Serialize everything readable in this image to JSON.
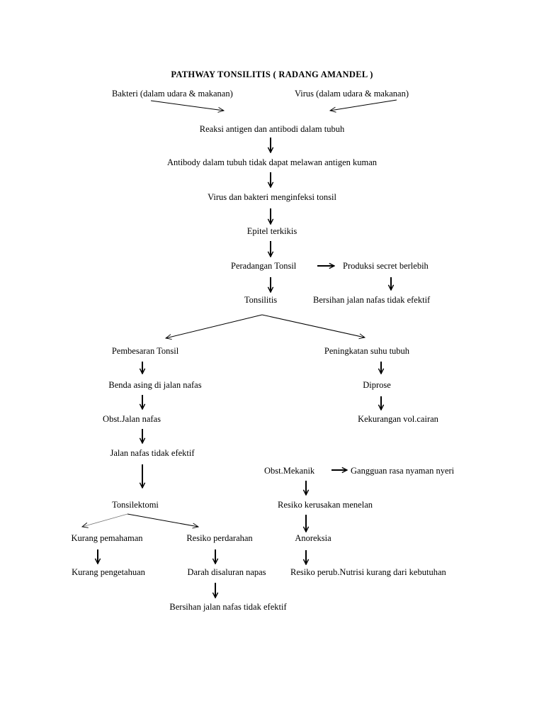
{
  "title": "PATHWAY TONSILITIS ( RADANG AMANDEL )",
  "nodes": {
    "bakteri": "Bakteri (dalam udara & makanan)",
    "virus": "Virus (dalam udara & makanan)",
    "reaksi": "Reaksi antigen dan antibodi dalam tubuh",
    "antibody": "Antibody dalam tubuh tidak dapat melawan  antigen kuman",
    "menginfeksi": "Virus dan bakteri menginfeksi tonsil",
    "epitel": "Epitel terkikis",
    "peradangan": "Peradangan Tonsil",
    "produksi": "Produksi secret berlebih",
    "tonsilitis": "Tonsilitis",
    "bersihan1": "Bersihan jalan nafas tidak efektif",
    "pembesaran": "Pembesaran Tonsil",
    "peningkatan": "Peningkatan suhu tubuh",
    "benda": "Benda asing di jalan nafas",
    "diprose": "Diprose",
    "obst_jalan": "Obst.Jalan nafas",
    "kekurangan": "Kekurangan vol.cairan",
    "jalan_nafas": "Jalan nafas tidak efektif",
    "obst_mekanik": "Obst.Mekanik",
    "gangguan": "Gangguan rasa nyaman nyeri",
    "tonsilektomi": "Tonsilektomi",
    "resiko_kerusakan": "Resiko kerusakan menelan",
    "kurang_pemahaman": "Kurang pemahaman",
    "resiko_perdarahan": "Resiko perdarahan",
    "anoreksia": "Anoreksia",
    "kurang_pengetahuan": "Kurang pengetahuan",
    "darah": "Darah disaluran napas",
    "resiko_nutrisi": "Resiko perub.Nutrisi kurang dari kebutuhan",
    "bersihan2": "Bersihan jalan nafas tidak efektif"
  }
}
